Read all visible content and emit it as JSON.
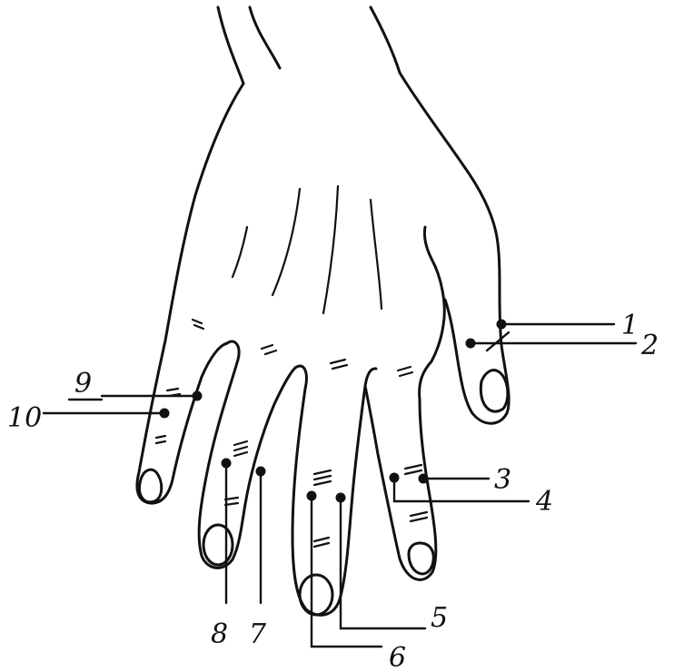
{
  "points": [
    {
      "id": "1",
      "label": "1"
    },
    {
      "id": "2",
      "label": "2"
    },
    {
      "id": "3",
      "label": "3"
    },
    {
      "id": "4",
      "label": "4"
    },
    {
      "id": "5",
      "label": "5"
    },
    {
      "id": "6",
      "label": "6"
    },
    {
      "id": "7",
      "label": "7"
    },
    {
      "id": "8",
      "label": "8"
    },
    {
      "id": "9",
      "label": "9"
    },
    {
      "id": "10",
      "label": "10"
    }
  ]
}
